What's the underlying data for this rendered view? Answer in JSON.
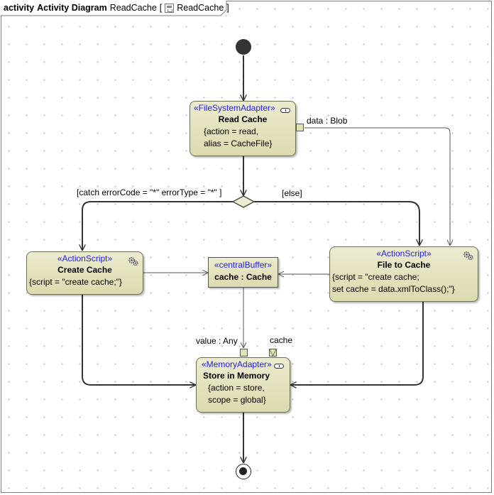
{
  "frame": {
    "keyword": "activity",
    "kind": "Activity Diagram",
    "name": "ReadCache",
    "bracket_open": "[",
    "icon": "activity-diagram-icon",
    "ref": "ReadCache",
    "bracket_close": "]"
  },
  "nodes": {
    "read_cache": {
      "stereotype": "«FileSystemAdapter»",
      "name": "Read Cache",
      "body": "{action = read,\nalias = CacheFile}"
    },
    "create_cache": {
      "stereotype": "«ActionScript»",
      "name": "Create Cache",
      "body": "{script = \"create cache;\"}"
    },
    "file_to_cache": {
      "stereotype": "«ActionScript»",
      "name": "File to Cache",
      "body": "{script = \"create cache;\nset cache = data.xmlToClass();\"}"
    },
    "central_buffer": {
      "stereotype": "«centralBuffer»",
      "name": "cache : Cache"
    },
    "store_in_memory": {
      "stereotype": "«MemoryAdapter»",
      "name": "Store in Memory",
      "body": "{action = store,\nscope = global}"
    }
  },
  "labels": {
    "data_pin": "data : Blob",
    "guard_catch": "[catch errorCode = \"*\" errorType = \"*\" ]",
    "guard_else": "[else]",
    "value_pin": "value : Any",
    "cache_pin": "cache"
  },
  "colors": {
    "action_fill_top": "#ecebcf",
    "action_fill_bottom": "#dcdaae",
    "stereotype_text": "#2222dd",
    "edge": "#333333"
  }
}
